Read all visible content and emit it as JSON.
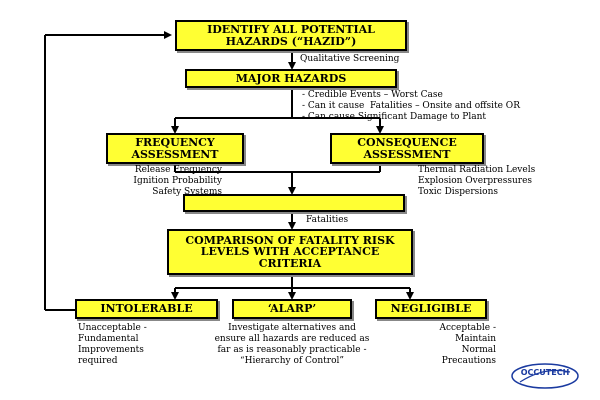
{
  "boxes": {
    "hazid": "IDENTIFY ALL POTENTIAL HAZARDS (“HAZID”)",
    "major_hazards": "MAJOR HAZARDS",
    "frequency": "FREQUENCY ASSESSMENT",
    "consequence": "CONSEQUENCE ASSESSMENT",
    "blank": "",
    "comparison": "COMPARISON OF FATALITY RISK LEVELS WITH ACCEPTANCE CRITERIA",
    "intolerable": "INTOLERABLE",
    "alarp": "‘ALARP’",
    "negligible": "NEGLIGIBLE"
  },
  "annotations": {
    "qualitative": "Qualitative Screening",
    "major_criteria": "- Credible Events – Worst Case\n- Can it cause  Fatalities – Onsite and offsite OR\n- Can cause Significant Damage to Plant",
    "frequency_notes": "Release Frequency\nIgnition Probability\nSafety Systems",
    "consequence_notes": "Thermal Radiation Levels\nExplosion Overpressures\nToxic Dispersions",
    "fatalities": "Fatalities",
    "intolerable_notes": "Unacceptable -\nFundamental\nImprovements\nrequired",
    "alarp_notes": "Investigate alternatives and\nensure all hazards are reduced as\nfar as is reasonably practicable -\n“Hierarchy of Control”",
    "negligible_notes": "Acceptable -\nMaintain\nNormal\nPrecautions"
  },
  "logo": {
    "text": "OCCUTECH",
    "color": "#1a3aa0"
  },
  "colors": {
    "box_fill": "#ffff33",
    "line": "#000000"
  }
}
